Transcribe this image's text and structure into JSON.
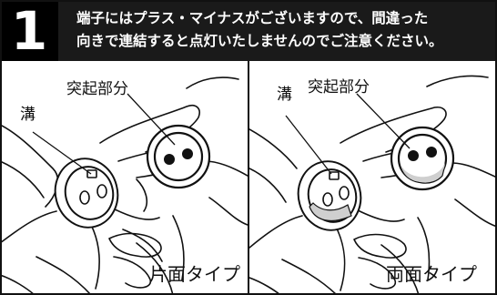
{
  "header": {
    "step_number": "1",
    "line1": "端子にはプラス・マイナスがございますので、間違った",
    "line2": "向きで連結すると点灯いたしませんのでご注意ください。"
  },
  "left_panel": {
    "callout_protrusion": "突起部分",
    "callout_groove": "溝",
    "type_label": "片面タイプ"
  },
  "right_panel": {
    "callout_protrusion": "突起部分",
    "callout_groove": "溝",
    "type_label": "両面タイプ"
  }
}
